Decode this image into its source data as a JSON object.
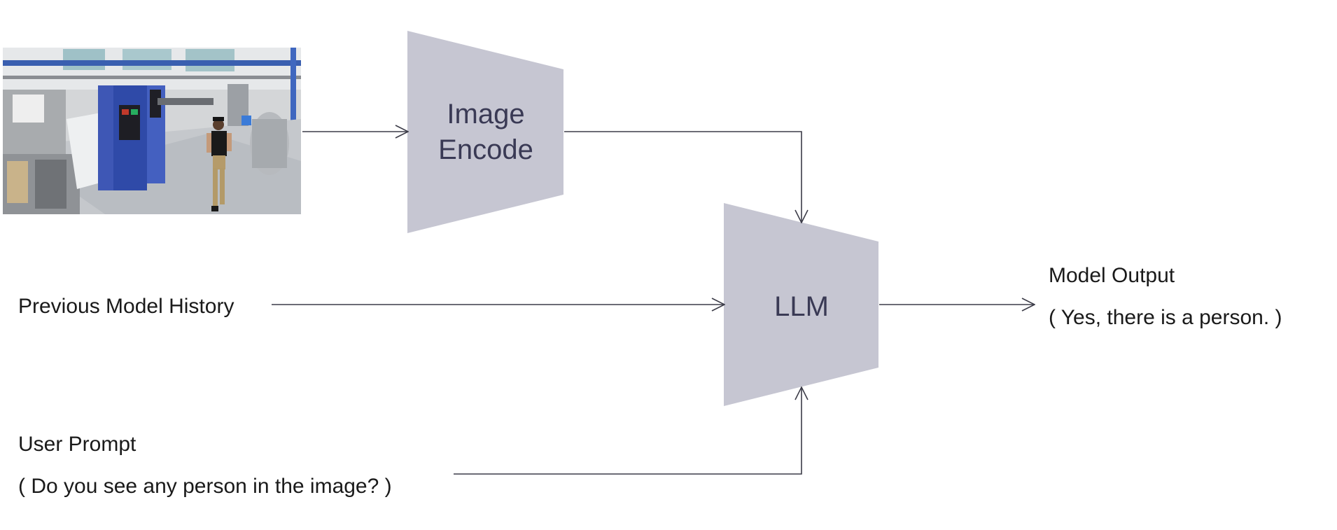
{
  "blocks": {
    "image_encoder": {
      "line1": "Image",
      "line2": "Encode"
    },
    "llm": {
      "label": "LLM"
    }
  },
  "inputs": {
    "history": {
      "label": "Previous Model History"
    },
    "prompt": {
      "title": "User Prompt",
      "text": "( Do you see any person in the image? )"
    }
  },
  "output": {
    "title": "Model Output",
    "text": "( Yes, there is a person. )"
  },
  "colors": {
    "block_fill": "#c6c6d2",
    "block_text": "#3a3a55",
    "wire": "#3c3c48"
  },
  "icons": {
    "input_image": "factory-camera-photo"
  }
}
